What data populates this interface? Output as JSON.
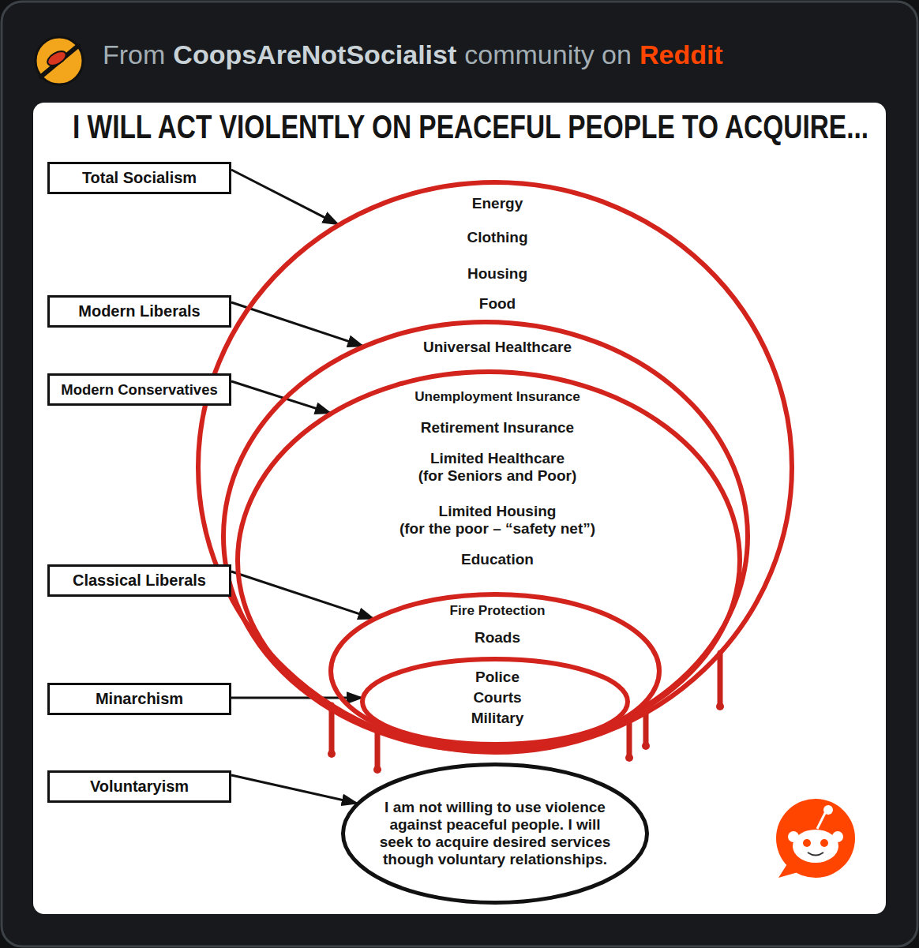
{
  "diagram": {
    "title": "I WILL ACT VIOLENTLY ON PEACEFUL PEOPLE TO ACQUIRE...",
    "nodes": [
      {
        "text": [
          "Total Socialism"
        ]
      },
      {
        "text": [
          "Energy",
          "Clothing",
          "Housing",
          "Food"
        ]
      },
      {
        "text": [
          "Modern Liberals"
        ]
      },
      {
        "text": [
          "Universal Healthcare"
        ],
        "in": 1
      },
      {
        "text": [
          "Modern Conservatives"
        ]
      },
      {
        "text": [
          "Unemployment Insurance",
          "Retirement Insurance",
          "Limited Healthcare (for Seniors and Poor)",
          "Limited Housing (for the poor – “safety net”)",
          "Education"
        ],
        "in": 3
      },
      {
        "text": [
          "Classical Liberals"
        ]
      },
      {
        "text": [
          "Fire Protection",
          "Roads"
        ],
        "in": 5
      },
      {
        "text": [
          "Minarchism"
        ]
      },
      {
        "text": [
          "Police",
          "Courts",
          "Military"
        ],
        "in": 7
      },
      {
        "text": [
          "Voluntaryism"
        ]
      },
      {
        "text": [
          "I am not willing to use violence against peaceful people. I will seek to acquire desired services though voluntary relationships."
        ]
      }
    ],
    "edges": [
      {
        "from": 0,
        "to": 1,
        "arrow": "to"
      },
      {
        "from": 2,
        "to": 3,
        "arrow": "to"
      },
      {
        "from": 4,
        "to": 5,
        "arrow": "to"
      },
      {
        "from": 6,
        "to": 7,
        "arrow": "to"
      },
      {
        "from": 8,
        "to": 9,
        "arrow": "to"
      },
      {
        "from": 10,
        "to": 11,
        "arrow": "to"
      }
    ],
    "labels": [
      "From",
      "CoopsAreNotSocialist",
      "community on",
      "Reddit"
    ]
  }
}
